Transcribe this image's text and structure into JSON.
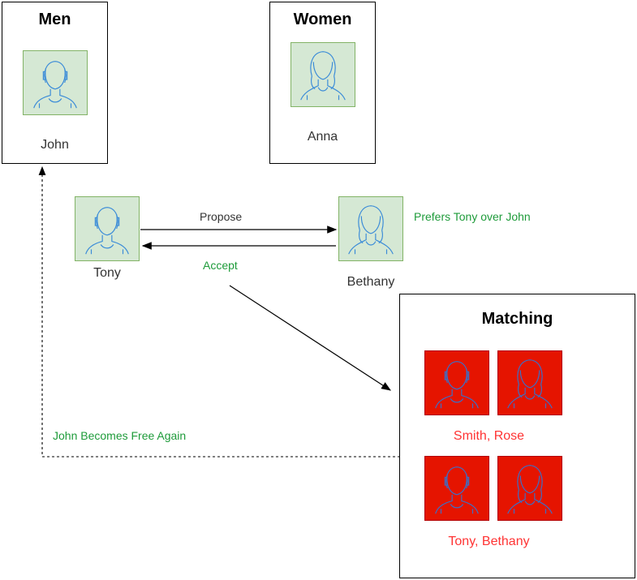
{
  "men_box": {
    "title": "Men",
    "person": "John"
  },
  "women_box": {
    "title": "Women",
    "person": "Anna"
  },
  "proposer": {
    "name": "Tony"
  },
  "receiver": {
    "name": "Bethany",
    "note": "Prefers Tony over John"
  },
  "edges": {
    "propose": "Propose",
    "accept": "Accept",
    "free_again": "John Becomes Free Again"
  },
  "matching_box": {
    "title": "Matching",
    "pairs": [
      {
        "label": "Smith, Rose"
      },
      {
        "label": "Tony, Bethany"
      }
    ]
  },
  "colors": {
    "green_fill": "#d5e8d4",
    "green_stroke": "#82b366",
    "red_fill": "#e51400",
    "red_text": "#ff3333",
    "icon_stroke": "#3a8bd8",
    "edge_green": "#1e9b3a"
  }
}
